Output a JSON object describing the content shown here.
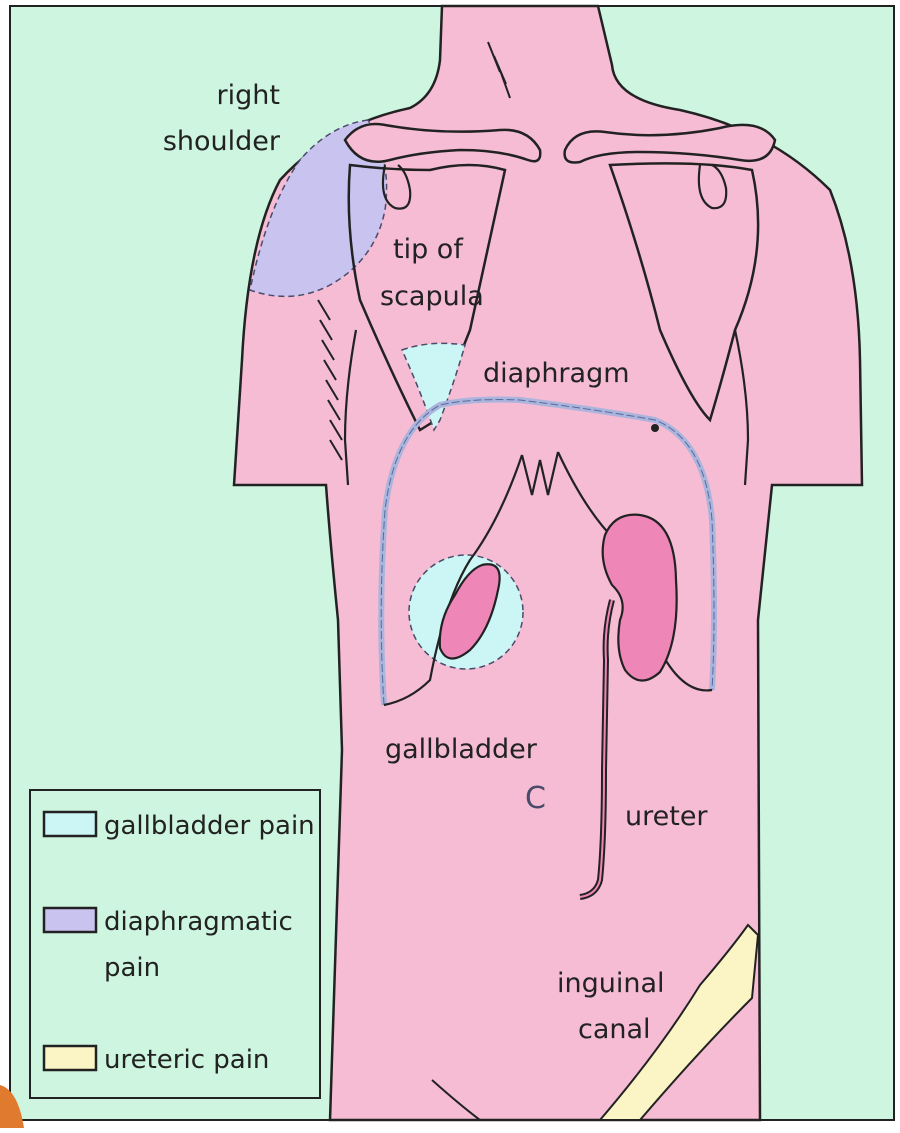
{
  "labels": {
    "right_shoulder": [
      "right",
      "shoulder"
    ],
    "tip_of_scapula": [
      "tip of",
      "scapula"
    ],
    "diaphragm": "diaphragm",
    "gallbladder": "gallbladder",
    "c_mark": "C",
    "ureter": "ureter",
    "inguinal_canal": [
      "inguinal",
      "canal"
    ]
  },
  "legend": {
    "items": [
      {
        "lines": [
          "gallbladder pain"
        ],
        "color": "#ccf5f5"
      },
      {
        "lines": [
          "diaphragmatic",
          "pain"
        ],
        "color": "#c9c3f0"
      },
      {
        "lines": [
          "ureteric pain"
        ],
        "color": "#fbf5c6"
      }
    ]
  },
  "colors": {
    "background": "#cdf5df",
    "skin": "#f5bcd3",
    "organ": "#ef86b8",
    "gallbladder_zone": "#ccf5f5",
    "diaphragm_zone": "#c9c3f0",
    "ureter_zone": "#fbf5c6",
    "line": "#222222",
    "diaphragm_line": "#aab4dc"
  }
}
